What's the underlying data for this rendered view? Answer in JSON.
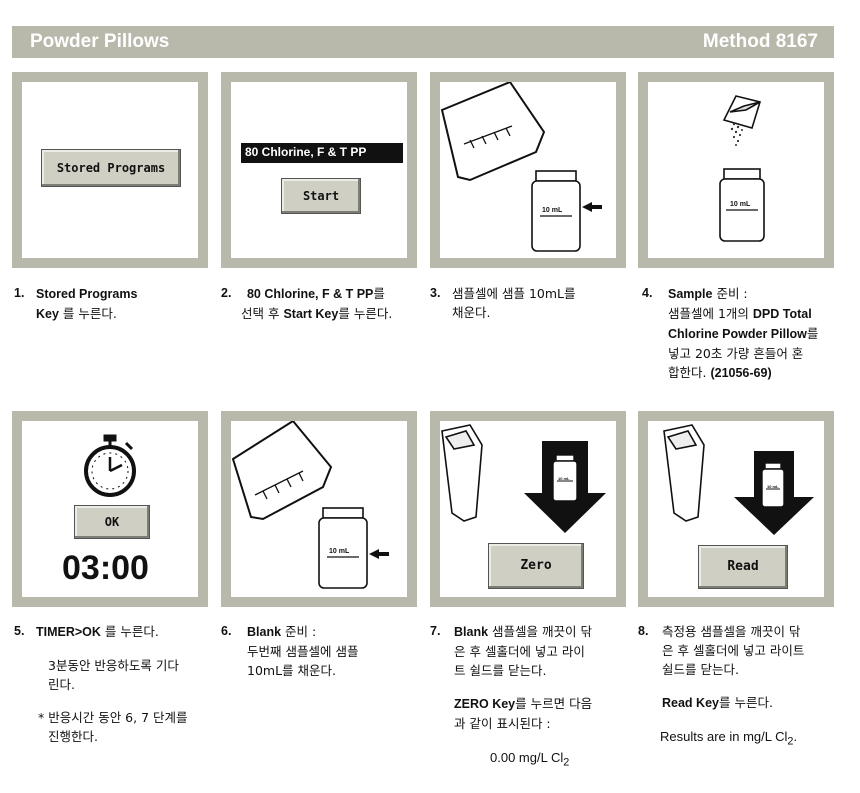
{
  "header": {
    "title": "Powder Pillows",
    "method": "Method 8167"
  },
  "panels": {
    "p1": {
      "button": "Stored Programs"
    },
    "p2": {
      "program_bar": "80  Chlorine, F & T PP",
      "button": "Start"
    },
    "p3": {
      "cell_label": "10 mL"
    },
    "p4": {
      "cell_label": "10 mL"
    },
    "p5": {
      "button": "OK",
      "timer": "03:00"
    },
    "p6": {
      "cell_label": "10 mL"
    },
    "p7": {
      "cell_label": "10 mL",
      "button": "Zero"
    },
    "p8": {
      "cell_label": "10 mL",
      "button": "Read"
    }
  },
  "steps": {
    "s1": {
      "num": "1.",
      "l1": "Stored Programs",
      "l2a": "Key",
      "l2b": " 를 누른다."
    },
    "s2": {
      "num": "2.",
      "l1": "80 Chlorine, F & T PP",
      "l1b": "를",
      "l2a": "선택 후 ",
      "l2b": "Start Key",
      "l2c": "를 누른다."
    },
    "s3": {
      "num": "3.",
      "l1": "샘플셀에 샘플 10mL를",
      "l2": "채운다."
    },
    "s4": {
      "num": "4.",
      "l1a": "Sample",
      "l1b": " 준비 :",
      "l2a": "샘플셀에 1개의 ",
      "l2b": "DPD Total",
      "l3a": "Chlorine Powder Pillow",
      "l3b": "를",
      "l4": "넣고 20초 가량 흔들어 혼",
      "l5a": "합한다. ",
      "l5b": "(21056-69)"
    },
    "s5": {
      "num": "5.",
      "l1a": "TIMER>OK",
      "l1b": " 를 누른다.",
      "l2": "3분동안 반응하도록 기다",
      "l3": "린다.",
      "l4": "* 반응시간 동안 6, 7 단계를",
      "l5": "진행한다."
    },
    "s6": {
      "num": "6.",
      "l1a": "Blank",
      "l1b": " 준비 :",
      "l2": "두번째 샘플셀에 샘플",
      "l3": "10mL를 채운다."
    },
    "s7": {
      "num": "7.",
      "l1a": "Blank",
      "l1b": " 샘플셀을 깨끗이 닦",
      "l2": "은 후 셀홀더에 넣고 라이",
      "l3": "트 쉴드를 닫는다.",
      "l4a": "ZERO Key",
      "l4b": "를 누르면 다음",
      "l5": "과 같이 표시된다 :",
      "l6a": "0.00 mg/L Cl",
      "l6b": "2"
    },
    "s8": {
      "num": "8.",
      "l1": "측정용 샘플셀을 깨끗이 닦",
      "l2": "은 후 셀홀더에 넣고 라이트",
      "l3": "쉴드를 닫는다.",
      "l4a": "Read Key",
      "l4b": "를 누른다.",
      "l5a": "Results are in mg/L Cl",
      "l5b": "2",
      "l5c": "."
    }
  },
  "colors": {
    "frame": "#b8b8ab",
    "button": "#cfcfc4",
    "ink": "#111111"
  }
}
